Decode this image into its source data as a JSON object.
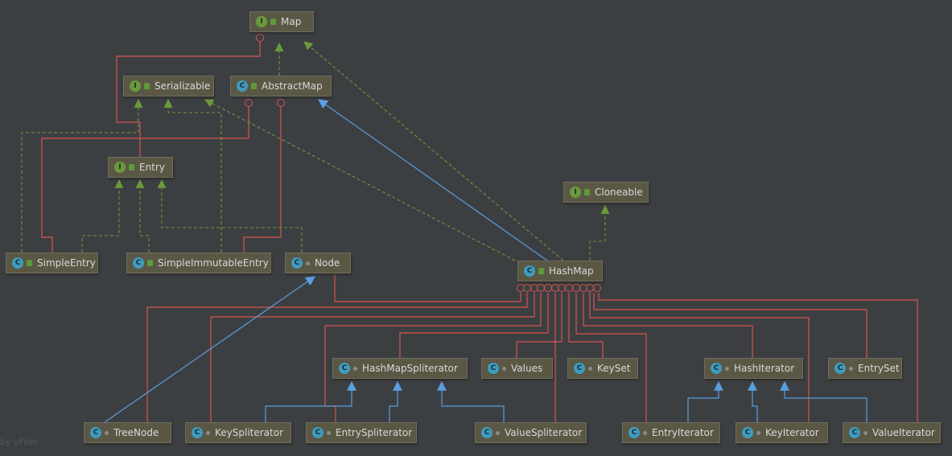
{
  "nodes": {
    "map": {
      "label": "Map",
      "kind": "I"
    },
    "serializable": {
      "label": "Serializable",
      "kind": "I"
    },
    "abstractmap": {
      "label": "AbstractMap",
      "kind": "C"
    },
    "entry": {
      "label": "Entry",
      "kind": "I"
    },
    "cloneable": {
      "label": "Cloneable",
      "kind": "I"
    },
    "simpleentry": {
      "label": "SimpleEntry",
      "kind": "C"
    },
    "simpleimmutableentry": {
      "label": "SimpleImmutableEntry",
      "kind": "C"
    },
    "node": {
      "label": "Node",
      "kind": "C"
    },
    "hashmap": {
      "label": "HashMap",
      "kind": "C"
    },
    "hashmapspliterator": {
      "label": "HashMapSpliterator",
      "kind": "C"
    },
    "values": {
      "label": "Values",
      "kind": "C"
    },
    "keyset": {
      "label": "KeySet",
      "kind": "C"
    },
    "hashiterator": {
      "label": "HashIterator",
      "kind": "C"
    },
    "entryset": {
      "label": "EntrySet",
      "kind": "C"
    },
    "treenode": {
      "label": "TreeNode",
      "kind": "C"
    },
    "keyspliterator": {
      "label": "KeySpliterator",
      "kind": "C"
    },
    "entryspliterator": {
      "label": "EntrySpliterator",
      "kind": "C"
    },
    "valuespliterator": {
      "label": "ValueSpliterator",
      "kind": "C"
    },
    "entryiterator": {
      "label": "EntryIterator",
      "kind": "C"
    },
    "keyiterator": {
      "label": "KeyIterator",
      "kind": "C"
    },
    "valueiterator": {
      "label": "ValueIterator",
      "kind": "C"
    }
  },
  "colors": {
    "background": "#3c3f41",
    "inner": "#d9534f",
    "implements": "#6a9a3a",
    "extends": "#5a9ee0"
  },
  "watermark": "by yFiles"
}
